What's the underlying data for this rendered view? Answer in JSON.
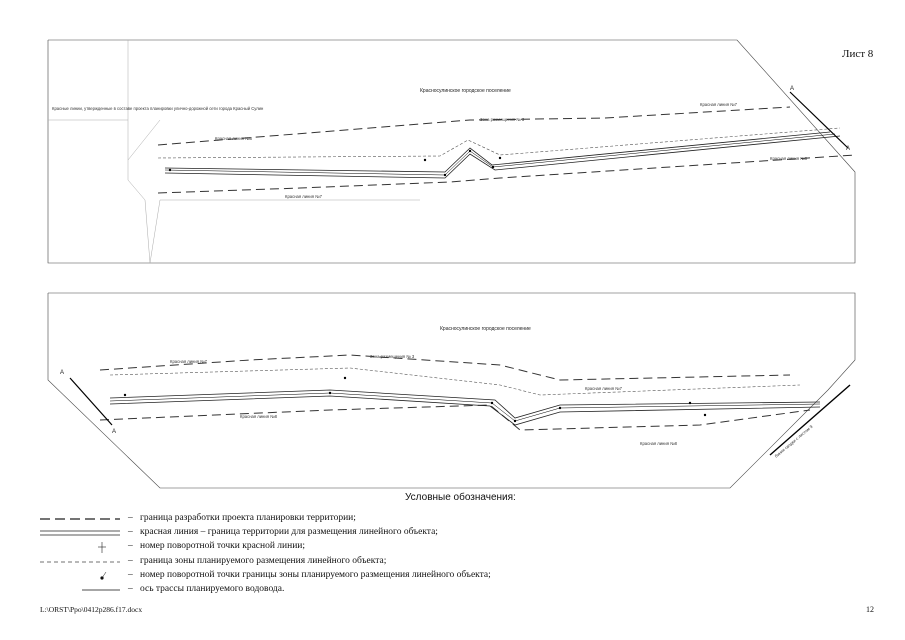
{
  "sheet": {
    "label": "Лист 8"
  },
  "map_top": {
    "area_label": "Красносулинское городское поселение",
    "zone_label": "Зона размещения № 3",
    "red_line_1": "Красная линия №8",
    "red_line_2": "Красная линия №7",
    "red_line_3": "Красная линия №7",
    "red_line_4": "Красная линия №8",
    "note": "Красные линии, утвержденные в составе проекта планировки улично-дорожной сети города Красный Сулин",
    "section_mark_a1": "А",
    "section_mark_a2": "А"
  },
  "map_bottom": {
    "area_label": "Красносулинское городское поселение",
    "zone_label": "Зона размещения № 3",
    "red_line_1": "Красная линия №7",
    "red_line_2": "Красная линия №8",
    "red_line_3": "Красная линия №7",
    "red_line_4": "Красная линия №8",
    "section_mark_a1": "А",
    "section_mark_a2": "А",
    "match_line": "Линия сводки с листом 9"
  },
  "legend": {
    "title": "Условные обозначения:",
    "sep": "–",
    "items": [
      {
        "text": "граница разработки проекта планировки территории;"
      },
      {
        "text": "красная линия – граница территории для размещения линейного объекта;"
      },
      {
        "text": "номер поворотной точки красной линии;"
      },
      {
        "text": "граница зоны планируемого размещения линейного объекта;"
      },
      {
        "text": "номер поворотной точки границы зоны планируемого размещения линейного объекта;"
      },
      {
        "text": "ось трассы планируемого водовода."
      }
    ]
  },
  "footer": {
    "file": "L:\\ORST\\Ppo\\0412p286.f17.docx",
    "page": "12"
  }
}
